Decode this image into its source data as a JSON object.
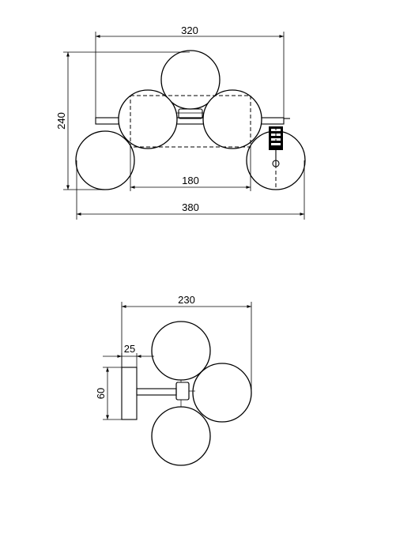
{
  "drawing": {
    "front_view": {
      "width_total": "380",
      "width_mount": "320",
      "height": "240",
      "width_inner": "180"
    },
    "side_view": {
      "depth": "230",
      "backplate_depth": "25",
      "backplate_height": "60"
    }
  }
}
